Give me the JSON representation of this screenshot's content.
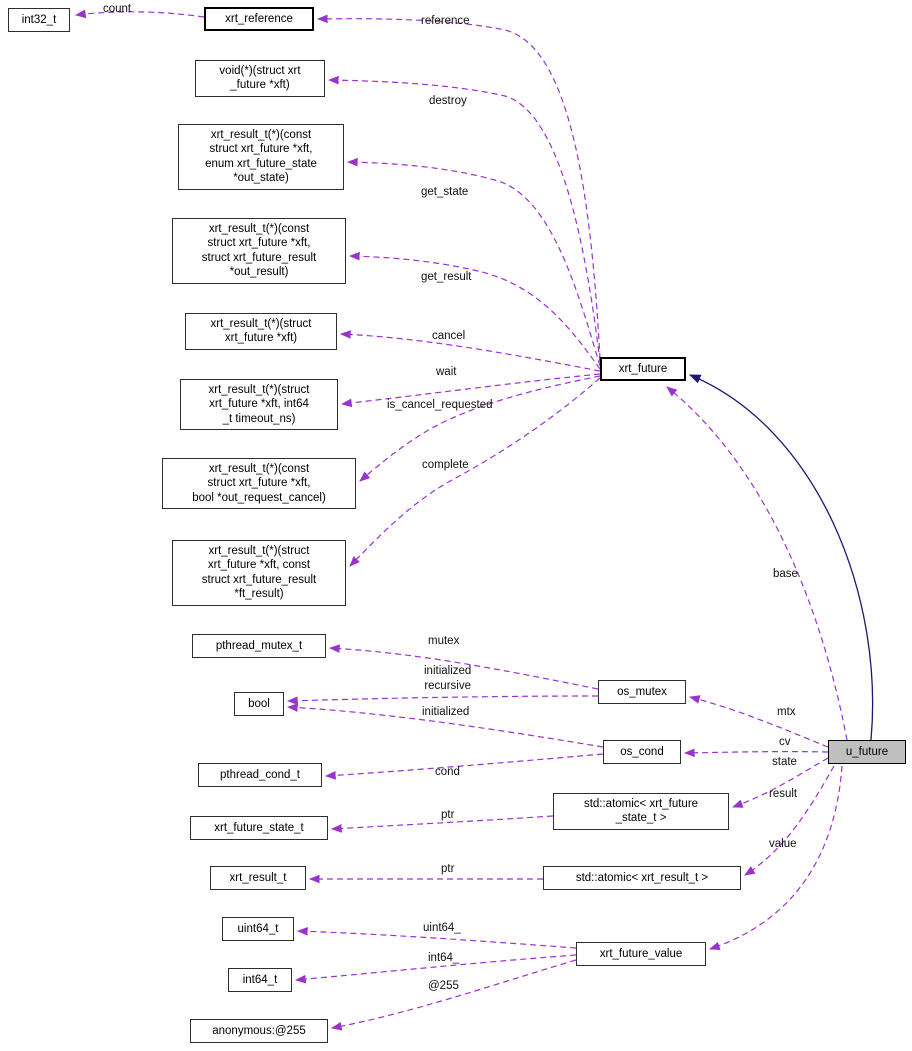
{
  "colors": {
    "usage_edge": "#9a32cd",
    "inheritance_edge": "#191970",
    "node_fill": "#ffffff",
    "main_node_fill": "#bfbfbf",
    "node_border": "#000000"
  },
  "diagram": {
    "nodes": {
      "int32_t": {
        "label": "int32_t"
      },
      "xrt_reference": {
        "label": "xrt_reference"
      },
      "destroy_fn": {
        "label": "void(*)(struct xrt\n_future *xft)"
      },
      "get_state_fn": {
        "label": "xrt_result_t(*)(const\nstruct xrt_future *xft,\nenum xrt_future_state\n*out_state)"
      },
      "get_result_fn": {
        "label": "xrt_result_t(*)(const\nstruct xrt_future *xft,\nstruct xrt_future_result\n*out_result)"
      },
      "cancel_fn": {
        "label": "xrt_result_t(*)(struct\nxrt_future *xft)"
      },
      "wait_fn": {
        "label": "xrt_result_t(*)(struct\nxrt_future *xft, int64\n_t timeout_ns)"
      },
      "is_cancel_requested_fn": {
        "label": "xrt_result_t(*)(const\nstruct xrt_future *xft,\nbool *out_request_cancel)"
      },
      "complete_fn": {
        "label": "xrt_result_t(*)(struct\nxrt_future *xft, const\nstruct xrt_future_result\n*ft_result)"
      },
      "pthread_mutex_t": {
        "label": "pthread_mutex_t"
      },
      "bool": {
        "label": "bool"
      },
      "pthread_cond_t": {
        "label": "pthread_cond_t"
      },
      "xrt_future_state_t": {
        "label": "xrt_future_state_t"
      },
      "xrt_result_t": {
        "label": "xrt_result_t"
      },
      "uint64_t": {
        "label": "uint64_t"
      },
      "int64_t": {
        "label": "int64_t"
      },
      "anonymous_255": {
        "label": "anonymous:@255"
      },
      "xrt_future": {
        "label": "xrt_future"
      },
      "os_mutex": {
        "label": "os_mutex"
      },
      "os_cond": {
        "label": "os_cond"
      },
      "atomic_state": {
        "label": "std::atomic< xrt_future\n_state_t >"
      },
      "atomic_result": {
        "label": "std::atomic< xrt_result_t >"
      },
      "xrt_future_value": {
        "label": "xrt_future_value"
      },
      "u_future": {
        "label": "u_future"
      }
    },
    "edge_labels": {
      "count": "count",
      "reference": "reference",
      "destroy": "destroy",
      "get_state": "get_state",
      "get_result": "get_result",
      "cancel": "cancel",
      "wait": "wait",
      "is_cancel_requested": "is_cancel_requested",
      "complete": "complete",
      "base": "base",
      "mutex": "mutex",
      "initialized_recursive": "initialized\nrecursive",
      "initialized": "initialized",
      "cond": "cond",
      "ptr_state": "ptr",
      "ptr_result": "ptr",
      "uint64": "uint64_",
      "int64": "int64_",
      "at255": "@255",
      "mtx": "mtx",
      "cv": "cv",
      "state": "state",
      "result": "result",
      "value": "value"
    }
  }
}
